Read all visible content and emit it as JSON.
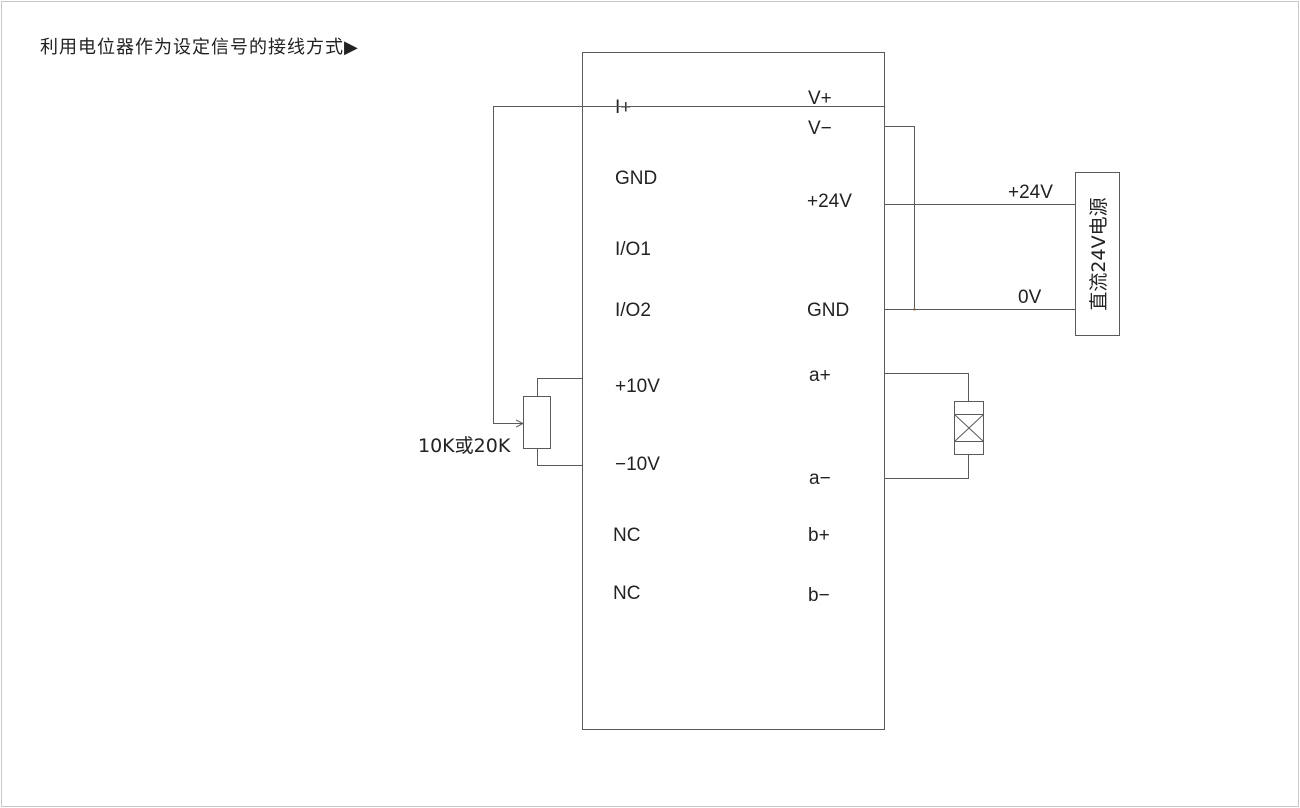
{
  "title": "利用电位器作为设定信号的接线方式▶",
  "module": {
    "left_terminals": [
      "I+",
      "GND",
      "I/O1",
      "I/O2",
      "+10V",
      "−10V",
      "NC",
      "NC"
    ],
    "right_terminals": [
      "V+",
      "V−",
      "+24V",
      "GND",
      "a+",
      "a−",
      "b+",
      "b−"
    ]
  },
  "potentiometer": {
    "label": "10K或20K"
  },
  "power_supply": {
    "label": "直流24V电源",
    "plus_label": "+24V",
    "zero_label": "0V"
  }
}
